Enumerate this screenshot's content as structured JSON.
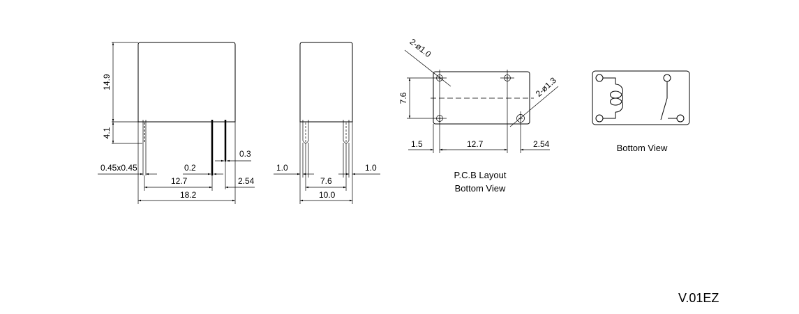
{
  "front_view": {
    "height_body": "14.9",
    "height_pin": "4.1",
    "pin_size": "0.45x0.45",
    "pin_thickness_a": "0.2",
    "pin_thickness_b": "0.3",
    "pitch_main": "12.7",
    "pitch_small": "2.54",
    "width": "18.2"
  },
  "side_view": {
    "offset_left": "1.0",
    "offset_right": "1.0",
    "pin_spacing": "7.6",
    "depth": "10.0"
  },
  "pcb_layout": {
    "hole_small": "2-ø1.0",
    "hole_large": "2-ø1.3",
    "row_spacing": "7.6",
    "edge_offset": "1.5",
    "pitch_main": "12.7",
    "pitch_small": "2.54",
    "caption_line1": "P.C.B Layout",
    "caption_line2": "Bottom View"
  },
  "schematic": {
    "caption": "Bottom View"
  },
  "version": "V.01EZ"
}
